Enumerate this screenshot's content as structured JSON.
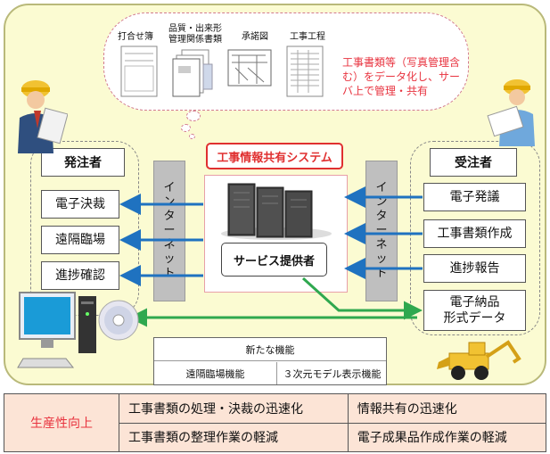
{
  "cloud": {
    "docs": [
      {
        "label": "打合せ簿"
      },
      {
        "label": "品質・出来形\n管理関係書類"
      },
      {
        "label": "承諾図"
      },
      {
        "label": "工事工程"
      }
    ],
    "note": "工事書類等（写真管理含む）をデータ化し、サーバ上で管理・共有"
  },
  "system": {
    "title": "工事情報共有システム",
    "provider": "サービス提供者"
  },
  "internet_label": [
    "イ",
    "ン",
    "タ",
    "ー",
    "ネ",
    "ッ",
    "ト"
  ],
  "client": {
    "header": "発注者",
    "items": [
      "電子決裁",
      "遠隔臨場",
      "進捗確認"
    ]
  },
  "contractor": {
    "header": "受注者",
    "items": [
      "電子発議",
      "工事書類作成",
      "進捗報告",
      "電子納品\n形式データ"
    ]
  },
  "features": {
    "title": "新たな機能",
    "items": [
      "遠隔臨場機能",
      "３次元モデル表示機能"
    ]
  },
  "productivity": {
    "category": "生産性向上",
    "cells": [
      [
        "工事書類の処理・決裁の迅速化",
        "情報共有の迅速化"
      ],
      [
        "工事書類の整理作業の軽減",
        "電子成果品作成作業の軽減"
      ]
    ]
  },
  "colors": {
    "arrow_blue": "#1f72c0",
    "arrow_green": "#2fa84f",
    "accent_red": "#e03030"
  },
  "icons": [
    "worker-left-icon",
    "worker-right-icon",
    "server-icon",
    "computer-icon",
    "cd-icon",
    "excavator-icon"
  ]
}
